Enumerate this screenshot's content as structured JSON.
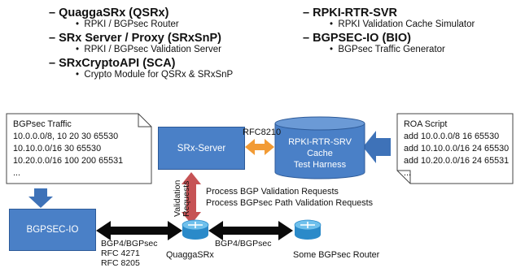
{
  "bullets": {
    "left": [
      {
        "heading": "QuaggaSRx (QSRx)",
        "sub": "RPKI / BGPsec Router"
      },
      {
        "heading": "SRx Server / Proxy (SRxSnP)",
        "sub": "RPKI / BGPsec Validation Server"
      },
      {
        "heading": "SRxCryptoAPI (SCA)",
        "sub": "Crypto Module for QSRx & SRxSnP"
      }
    ],
    "right": [
      {
        "heading": "RPKI-RTR-SVR",
        "sub": "RPKI Validation Cache Simulator"
      },
      {
        "heading": "BGPSEC-IO (BIO)",
        "sub": "BGPsec Traffic Generator"
      }
    ]
  },
  "bgpsec_traffic": {
    "title": "BGPsec Traffic",
    "lines": [
      "10.0.0.0/8, 10 20 30 65530",
      "10.10.0.0/16 30 65530",
      "10.20.0.0/16 100 200 65531",
      "..."
    ]
  },
  "roa_script": {
    "title": "ROA Script",
    "lines": [
      "add 10.0.0.0/8 16 65530",
      "add 10.10.0.0/16 24 65530",
      "add 10.20.0.0/16 24 65531",
      "..."
    ]
  },
  "srx_server": "SRx-Server",
  "cache": {
    "l1": "RPKI-RTR-SRV",
    "l2": "Cache",
    "l3": "Test Harness"
  },
  "rfc8210": "RFC8210",
  "validation_requests": "Validation Requests",
  "process1": "Process BGP Validation Requests",
  "process2": "Process BGPsec Path Validation Requests",
  "bgpsec_io": "BGPSEC-IO",
  "left_link": {
    "l1": "BGP4/BGPsec",
    "l2": "RFC 4271",
    "l3": "RFC 8205"
  },
  "right_link": "BGP4/BGPsec",
  "quaggasrx": "QuaggaSRx",
  "some_router": "Some BGPsec Router"
}
